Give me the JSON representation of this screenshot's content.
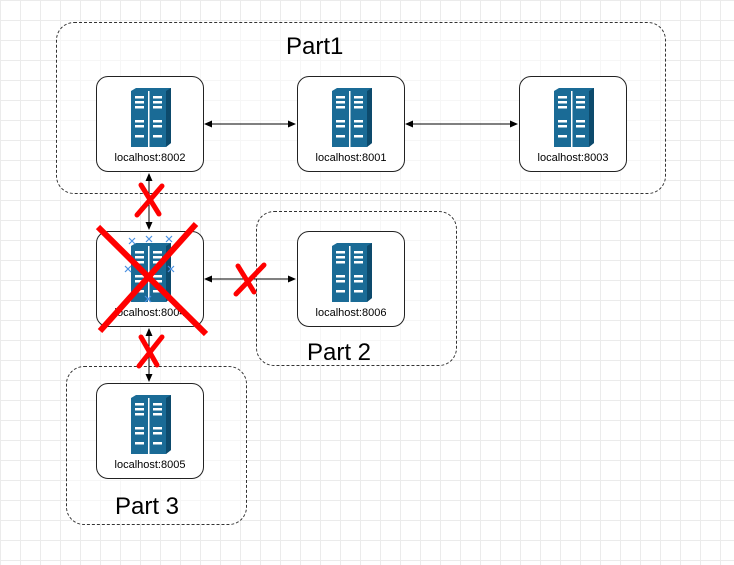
{
  "groups": {
    "part1": "Part1",
    "part2": "Part 2",
    "part3": "Part 3"
  },
  "nodes": {
    "n8002": "localhost:8002",
    "n8001": "localhost:8001",
    "n8003": "localhost:8003",
    "n8004": "localhost:8004",
    "n8006": "localhost:8006",
    "n8005": "localhost:8005"
  },
  "colors": {
    "server": "#1a6b96",
    "server_dark": "#0d4a6c",
    "cross": "#ff0000",
    "arrow": "#000000",
    "selection": "#4a90e2"
  },
  "icons": {
    "server": "server-rack-icon",
    "failure": "red-cross-mark"
  }
}
